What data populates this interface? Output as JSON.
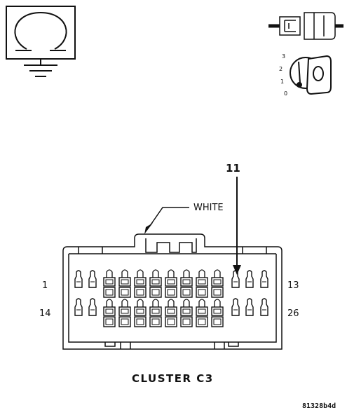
{
  "connector": {
    "caption": "CLUSTER C3",
    "color_label": "WHITE",
    "highlight_pin": "11",
    "row1_start": "1",
    "row1_end": "13",
    "row2_start": "14",
    "row2_end": "26"
  },
  "ignition": {
    "positions": [
      "3",
      "2",
      "1",
      "0"
    ],
    "key_label": "0"
  },
  "figure_code": "81328b4d",
  "icons": {
    "ground_symbol": "ground-with-loop-icon",
    "fuse": "connector-fuse-icon",
    "ignition": "ignition-key-icon"
  }
}
